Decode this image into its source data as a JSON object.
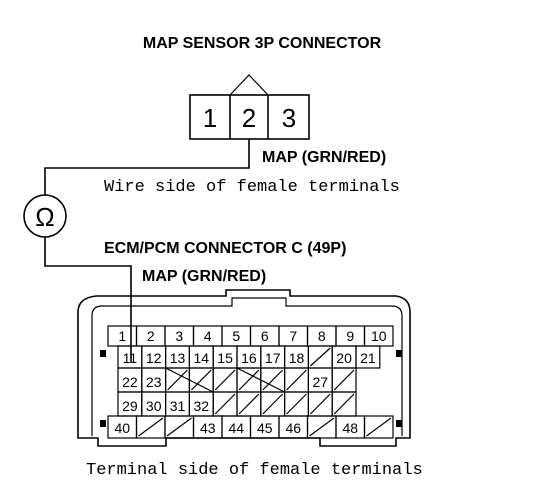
{
  "title": "MAP SENSOR 3P CONNECTOR",
  "map_connector": {
    "pins": [
      "1",
      "2",
      "3"
    ],
    "wire_label": "MAP (GRN/RED)",
    "view_label": "Wire side of female terminals"
  },
  "meter": {
    "symbol": "Ω"
  },
  "ecm_connector": {
    "title": "ECM/PCM CONNECTOR C (49P)",
    "wire_label": "MAP (GRN/RED)",
    "view_label": "Terminal side of female terminals",
    "row1": [
      "1",
      "2",
      "3",
      "4",
      "5",
      "6",
      "7",
      "8",
      "9",
      "10"
    ],
    "row2": [
      "11",
      "12",
      "13",
      "14",
      "15",
      "16",
      "17",
      "18",
      "",
      "20",
      "21"
    ],
    "row3": [
      "22",
      "23",
      "",
      "",
      "",
      "",
      "",
      "",
      "27",
      ""
    ],
    "row4": [
      "29",
      "30",
      "31",
      "32",
      "",
      "",
      "",
      "",
      "",
      ""
    ],
    "row5": [
      "40",
      "",
      "",
      "43",
      "44",
      "45",
      "46",
      "",
      "48",
      ""
    ]
  }
}
